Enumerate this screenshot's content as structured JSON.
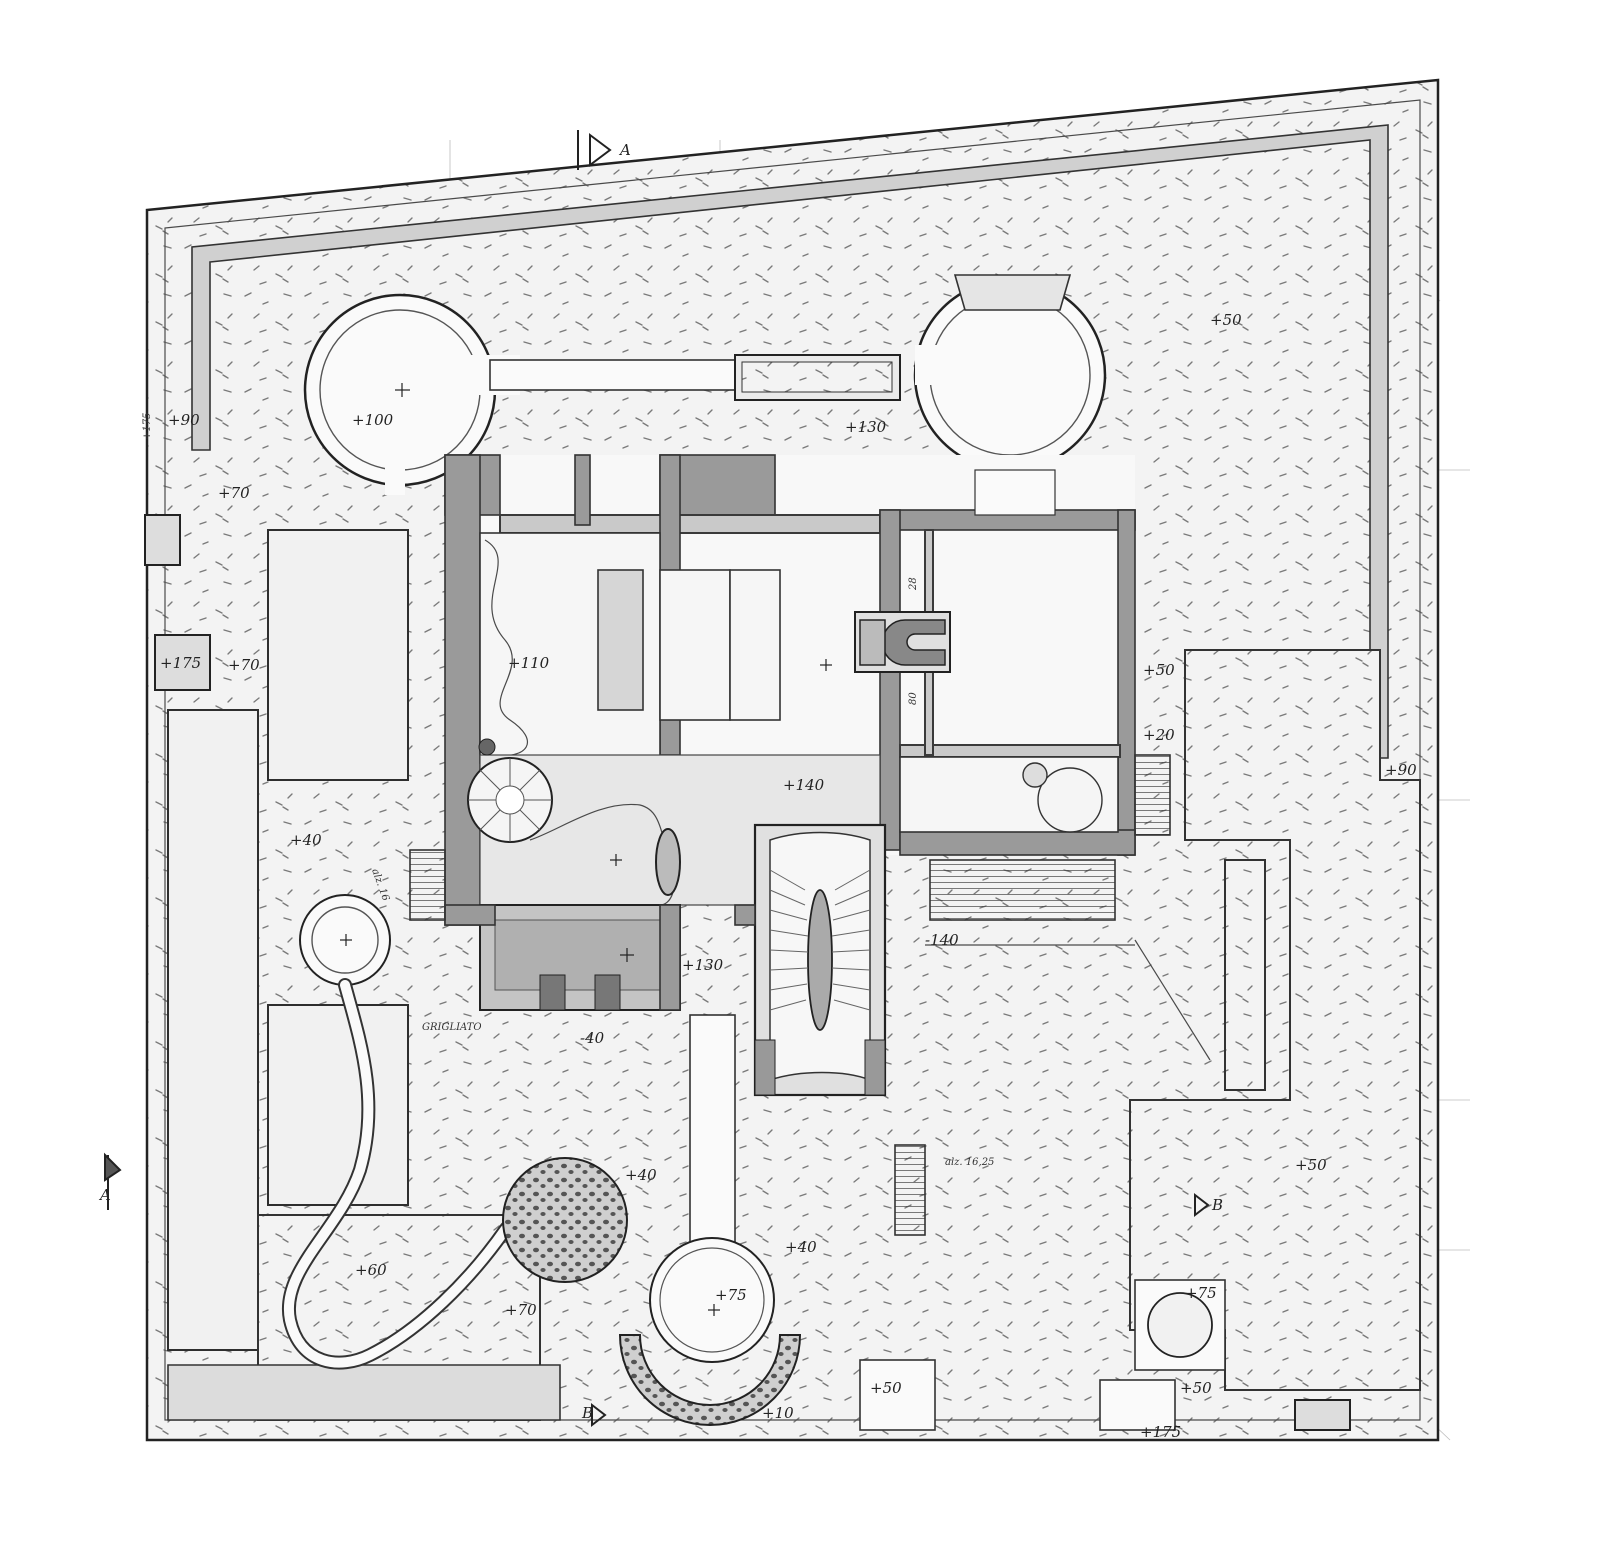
{
  "plan": {
    "levels": {
      "top_right": "+50",
      "left_90": "+90",
      "left_175": "+175",
      "tower_left": "+100",
      "north": "+130",
      "west_70_a": "+70",
      "west_175_box": "+175",
      "west_70_b": "+70",
      "living": "+110",
      "east_50": "+50",
      "east_20": "+20",
      "right_90": "+90",
      "hall": "+140",
      "west_40": "+40",
      "terrace_130": "+130",
      "basement": "-140",
      "grid_40": "-40",
      "garden_40": "+40",
      "court_40": "+40",
      "se_50": "+50",
      "sw_60": "+60",
      "sw_70": "+70",
      "fountain_75": "+75",
      "se_75": "+75",
      "south_50": "+50",
      "south_10": "+10",
      "se_50_b": "+50",
      "bottom_175": "+175"
    },
    "notes": {
      "grigliato": "GRIGLIATO",
      "alz_left": "alz. 16",
      "alz_right": "alz. 16,25",
      "dim_a": "28",
      "dim_b": "80"
    },
    "section_markers": {
      "top": "A",
      "left": "A",
      "bottom": "B",
      "right": "B"
    }
  }
}
